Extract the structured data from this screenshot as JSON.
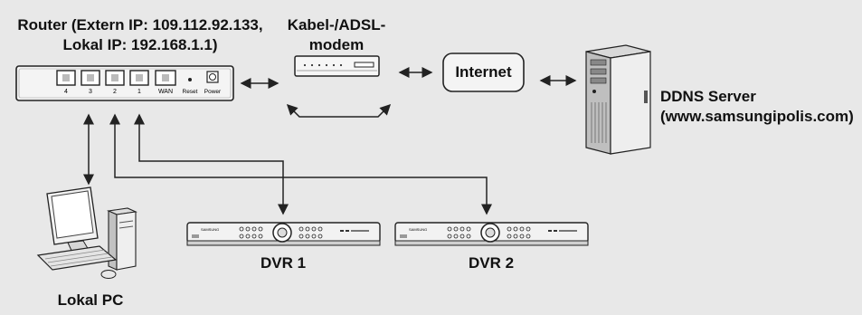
{
  "labels": {
    "router_line1": "Router (Extern IP: 109.112.92.133,",
    "router_line2": "Lokal IP: 192.168.1.1)",
    "modem_line1": "Kabel-/ADSL-",
    "modem_line2": "modem",
    "internet": "Internet",
    "ddns_line1": "DDNS Server",
    "ddns_line2": "(www.samsungipolis.com)",
    "pc": "Lokal PC",
    "dvr1": "DVR 1",
    "dvr2": "DVR 2"
  },
  "router": {
    "ports": [
      "4",
      "3",
      "2",
      "1",
      "WAN"
    ],
    "reset": "Reset",
    "power": "Power"
  },
  "dvr_brand": "SAMSUNG",
  "colors": {
    "background": "#e8e8e8",
    "line": "#222222",
    "device": "#f4f4f4"
  }
}
